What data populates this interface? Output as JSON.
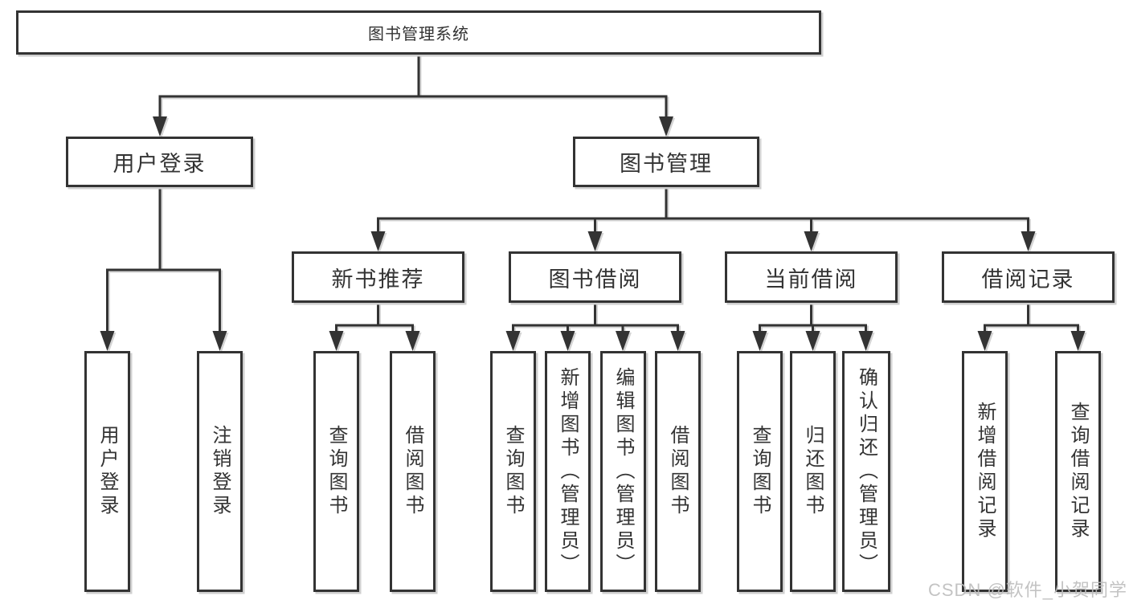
{
  "diagram": {
    "root": {
      "label": "图书管理系统"
    },
    "level2": {
      "user_login": {
        "label": "用户登录"
      },
      "book_management": {
        "label": "图书管理"
      }
    },
    "level3": {
      "new_book_recommendation": {
        "label": "新书推荐"
      },
      "book_borrowing": {
        "label": "图书借阅"
      },
      "current_borrowing": {
        "label": "当前借阅"
      },
      "borrowing_records": {
        "label": "借阅记录"
      }
    },
    "leaves": {
      "user_login": {
        "label": "用户登录"
      },
      "logout": {
        "label": "注销登录"
      },
      "recommend_query_books": {
        "label": "查询图书"
      },
      "recommend_borrow_books": {
        "label": "借阅图书"
      },
      "borrow_query_books": {
        "label": "查询图书"
      },
      "borrow_add_books": {
        "label": "新增图书（管理员）"
      },
      "borrow_edit_books": {
        "label": "编辑图书（管理员）"
      },
      "borrow_borrow_books": {
        "label": "借阅图书"
      },
      "current_query_books": {
        "label": "查询图书"
      },
      "current_return_books": {
        "label": "归还图书"
      },
      "current_confirm_return": {
        "label": "确认归还（管理员）"
      },
      "records_add_record": {
        "label": "新增借阅记录"
      },
      "records_query_record": {
        "label": "查询借阅记录"
      }
    }
  },
  "watermark": {
    "text": "CSDN @软件_小贺同学"
  },
  "colors": {
    "line": "#333333",
    "text": "#333333",
    "box_shadow": "#cfcfcf",
    "watermark": "#bdbdbd",
    "background": "#ffffff"
  }
}
